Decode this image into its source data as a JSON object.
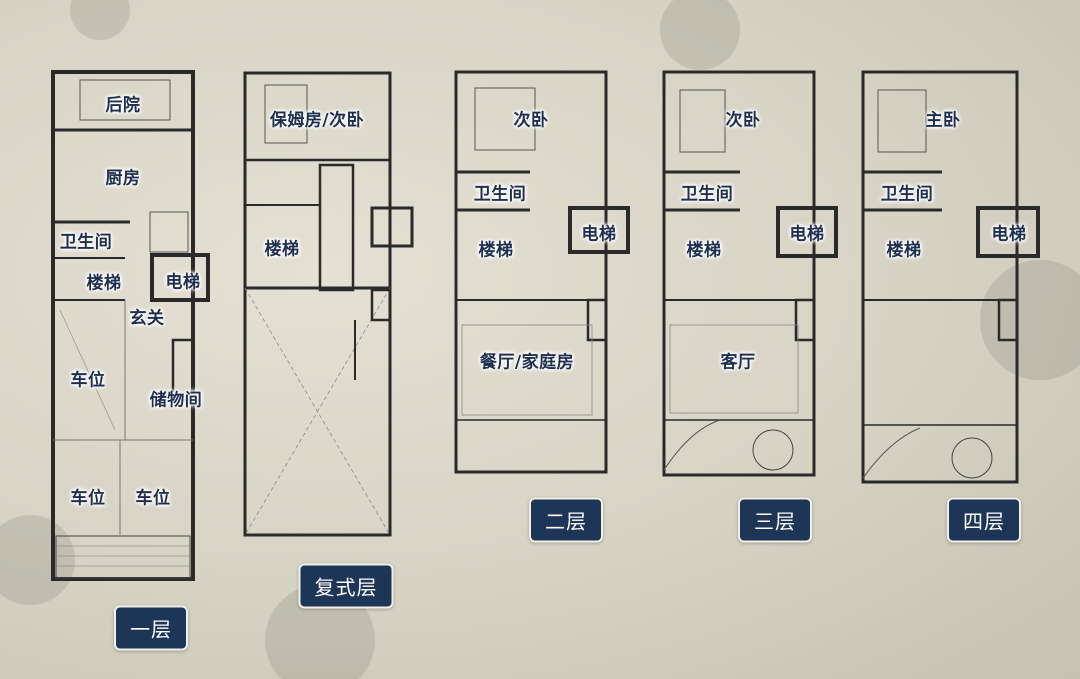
{
  "floors": [
    {
      "badge": "一层",
      "rooms": [
        "后院",
        "厨房",
        "卫生间",
        "楼梯",
        "电梯",
        "玄关",
        "车位",
        "储物间",
        "车位",
        "车位"
      ]
    },
    {
      "badge": "复式层",
      "rooms": [
        "保姆房/次卧",
        "楼梯"
      ]
    },
    {
      "badge": "二层",
      "rooms": [
        "次卧",
        "卫生间",
        "楼梯",
        "电梯",
        "餐厅/家庭房"
      ]
    },
    {
      "badge": "三层",
      "rooms": [
        "次卧",
        "卫生间",
        "楼梯",
        "电梯",
        "客厅"
      ]
    },
    {
      "badge": "四层",
      "rooms": [
        "主卧",
        "卫生间",
        "楼梯",
        "电梯"
      ]
    }
  ],
  "colors": {
    "wall": "#2a2a2a",
    "label_text": "#1e2f4f",
    "badge_background": "#1d3557",
    "badge_text": "#ffffff"
  }
}
